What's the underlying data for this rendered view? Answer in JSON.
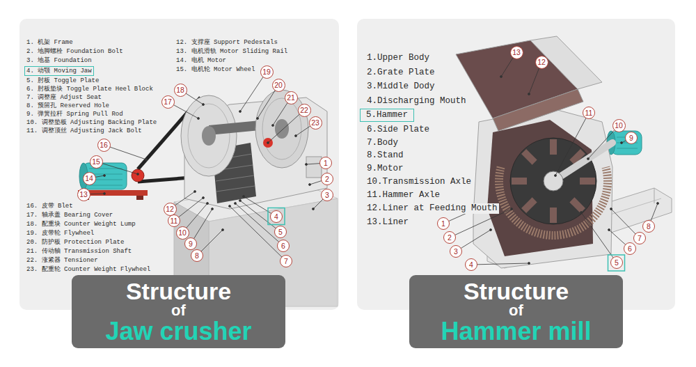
{
  "diagram": {
    "nodes": [
      {
        "text": [
          "4. 动颚 Moving Jaw"
        ]
      },
      {
        "text": [
          "1"
        ]
      },
      {
        "text": [
          "2"
        ]
      },
      {
        "text": [
          "3"
        ]
      },
      {
        "text": [
          "4"
        ]
      },
      {
        "text": [
          "5"
        ]
      },
      {
        "text": [
          "6"
        ]
      },
      {
        "text": [
          "7"
        ]
      },
      {
        "text": [
          "8"
        ]
      },
      {
        "text": [
          "9"
        ]
      },
      {
        "text": [
          "10"
        ]
      },
      {
        "text": [
          "11"
        ]
      },
      {
        "text": [
          "12"
        ]
      },
      {
        "text": [
          "13"
        ]
      },
      {
        "text": [
          "14"
        ]
      },
      {
        "text": [
          "15"
        ]
      },
      {
        "text": [
          "16"
        ]
      },
      {
        "text": [
          "17"
        ]
      },
      {
        "text": [
          "18"
        ]
      },
      {
        "text": [
          "19"
        ]
      },
      {
        "text": [
          "20"
        ]
      },
      {
        "text": [
          "21"
        ]
      },
      {
        "text": [
          "22"
        ]
      },
      {
        "text": [
          "23"
        ]
      },
      {
        "text": [
          "Structure",
          "of",
          "Jaw crusher"
        ]
      },
      {
        "text": [
          "5.Hammer"
        ]
      },
      {
        "text": [
          "1"
        ]
      },
      {
        "text": [
          "2"
        ]
      },
      {
        "text": [
          "3"
        ]
      },
      {
        "text": [
          "4"
        ]
      },
      {
        "text": [
          "5"
        ]
      },
      {
        "text": [
          "6"
        ]
      },
      {
        "text": [
          "7"
        ]
      },
      {
        "text": [
          "8"
        ]
      },
      {
        "text": [
          "9"
        ]
      },
      {
        "text": [
          "10"
        ]
      },
      {
        "text": [
          "11"
        ]
      },
      {
        "text": [
          "12"
        ]
      },
      {
        "text": [
          "13"
        ]
      },
      {
        "text": [
          "Structure",
          "of",
          "Hammer mill"
        ]
      }
    ],
    "labels": [
      "1. 机架 Frame",
      "2. 地脚螺栓 Foundation Bolt",
      "3. 地基 Foundation",
      "5. 肘板 Toggle Plate",
      "6. 肘板垫块 Toggle Plate Heel Block",
      "7. 调整座 Adjust Seat",
      "8. 预留孔 Reserved Hole",
      "9. 弹簧拉杆 Spring Pull Rod",
      "10. 调整垫板 Adjusting Backing Plate",
      "11. 调整顶丝 Adjusting Jack Bolt",
      "12. 支撑座 Support Pedestals",
      "13. 电机滑轨 Motor Sliding Rail",
      "14. 电机 Motor",
      "15. 电机轮 Motor Wheel",
      "16. 皮带 Blet",
      "17. 轴承盖 Bearing Cover",
      "18. 配重块 Counter Weight Lump",
      "19. 皮带轮 Flywheel",
      "20. 防护板 Protection Plate",
      "21. 传动轴 Transmission Shaft",
      "22. 涨紧器 Tensioner",
      "23. 配重轮 Counter Weight Flywheel",
      "1.Upper Body",
      "2.Grate Plate",
      "3.Middle Dody",
      "4.Discharging Mouth",
      "6.Side Plate",
      "7.Body",
      "8.Stand",
      "9.Motor",
      "10.Transmission Axle",
      "11.Hammer Axle",
      "12.Liner at Feeding Mouth",
      "13.Liner"
    ]
  }
}
